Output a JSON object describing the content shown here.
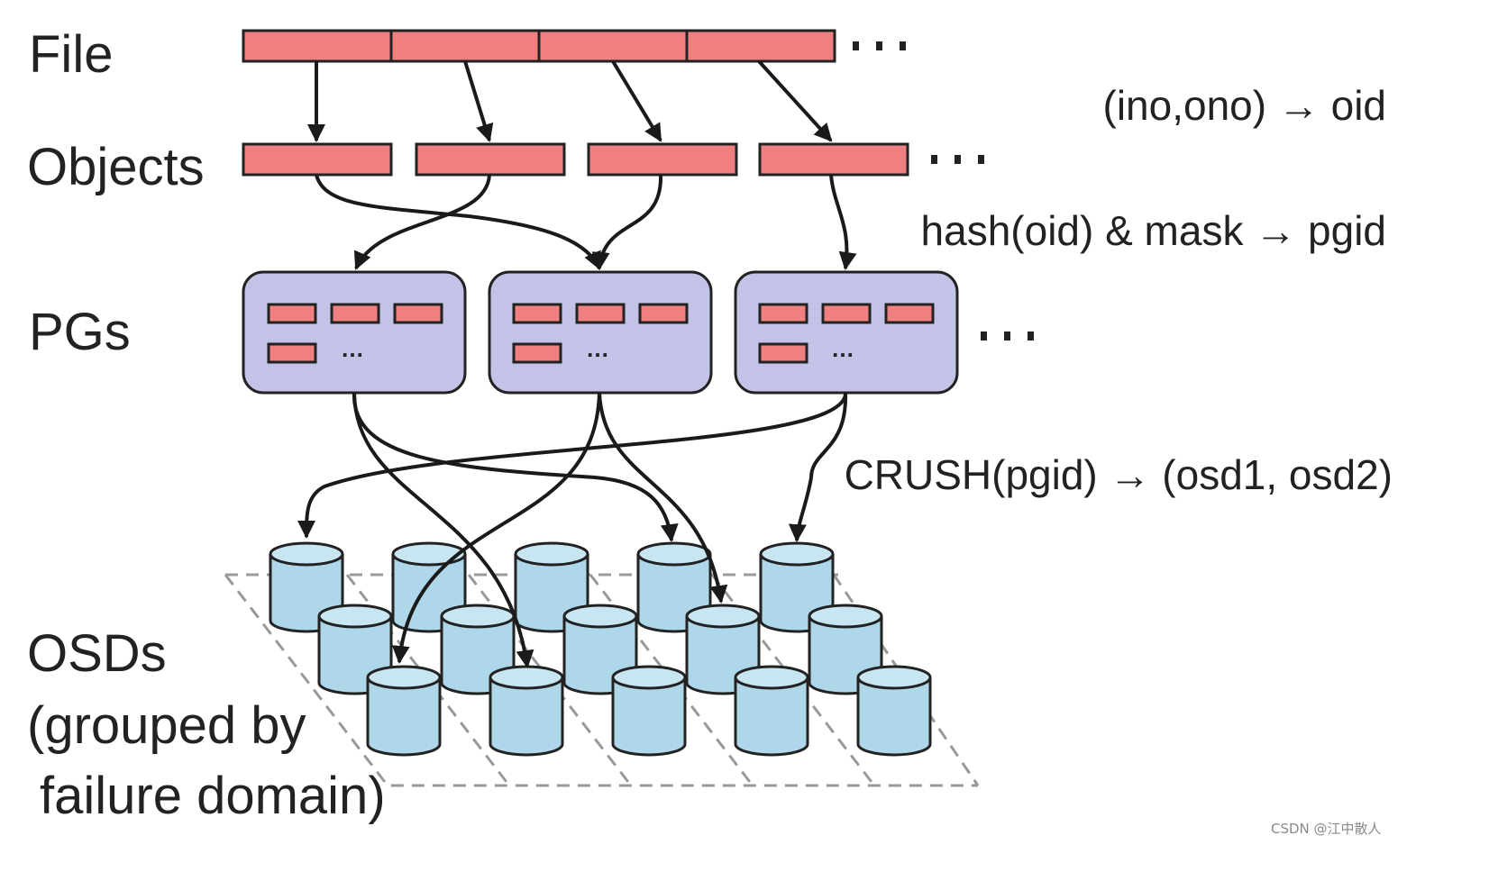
{
  "labels": {
    "file": "File",
    "objects": "Objects",
    "pgs": "PGs",
    "osds_line1": "OSDs",
    "osds_line2": "(grouped by",
    "osds_line3": "failure domain)"
  },
  "mappings": {
    "file_to_object": "(ino,ono) → oid",
    "object_to_pg": "hash(oid) & mask → pgid",
    "pg_to_osd": "CRUSH(pgid) → (osd1, osd2)"
  },
  "ellipsis": "…",
  "pg_inner_ellipsis": "…",
  "counts": {
    "file_segments": 4,
    "objects": 4,
    "pgs": 3,
    "osd_rows": 3,
    "osds_per_row": 5,
    "objects_per_pg_shown": 4
  },
  "colors": {
    "object_fill": "#f08080",
    "pg_fill": "#c3c3e8",
    "osd_fill": "#aed8ea",
    "stroke": "#222222"
  },
  "watermark": "CSDN @江中散人"
}
